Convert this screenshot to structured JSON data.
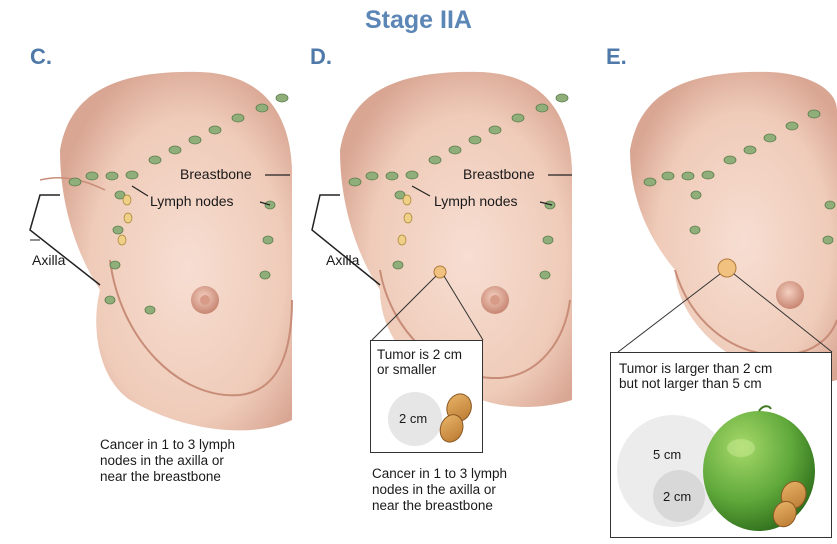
{
  "title": "Stage IIA",
  "panels": [
    {
      "letter": "C.",
      "breastbone_label": "Breastbone",
      "lymph_label": "Lymph nodes",
      "axilla_label": "Axilla",
      "caption": [
        "Cancer in 1 to 3 lymph",
        "nodes in the axilla or",
        "near the breastbone"
      ]
    },
    {
      "letter": "D.",
      "breastbone_label": "Breastbone",
      "lymph_label": "Lymph nodes",
      "axilla_label": "Axilla",
      "box_text": [
        "Tumor is 2 cm",
        "or smaller"
      ],
      "circle_label": "2 cm",
      "caption": [
        "Cancer in 1 to 3 lymph",
        "nodes in the axilla or",
        "near the breastbone"
      ]
    },
    {
      "letter": "E.",
      "box_text": [
        "Tumor is larger than 2 cm",
        "but not larger than 5 cm"
      ],
      "big_circle_label": "5 cm",
      "small_circle_label": "2 cm"
    }
  ],
  "colors": {
    "title": "#5b86b5",
    "skin": "#f2d2c4",
    "skin_shadow": "#d9a693",
    "node": "#8fae7a",
    "tumor": "#e8b97a",
    "lime": "#5fa83a"
  }
}
